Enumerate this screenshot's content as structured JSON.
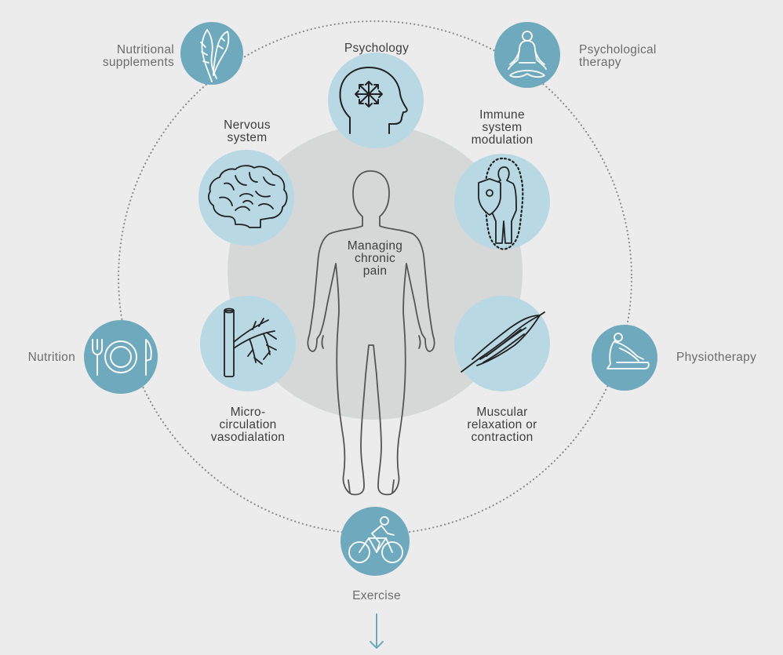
{
  "center": {
    "label": [
      "Managing",
      "chronic",
      "pain"
    ]
  },
  "inner_items": [
    {
      "id": "psychology",
      "label": [
        "Psychology"
      ],
      "icon": "head-arrows-icon"
    },
    {
      "id": "immune",
      "label": [
        "Immune",
        "system",
        "modulation"
      ],
      "icon": "body-shield-icon"
    },
    {
      "id": "muscular",
      "label": [
        "Muscular",
        "relaxation or",
        "contraction"
      ],
      "icon": "muscle-fibers-icon"
    },
    {
      "id": "microcirculation",
      "label": [
        "Micro-",
        "circulation",
        "vasodialation"
      ],
      "icon": "blood-vessels-icon"
    },
    {
      "id": "nervous",
      "label": [
        "Nervous",
        "system"
      ],
      "icon": "brain-icon"
    }
  ],
  "outer_items": [
    {
      "id": "nutritional-supplements",
      "label": [
        "Nutritional",
        "supplements"
      ],
      "icon": "leaves-icon"
    },
    {
      "id": "psychological-therapy",
      "label": [
        "Psychological",
        "therapy"
      ],
      "icon": "meditation-icon"
    },
    {
      "id": "physiotherapy",
      "label": [
        "Physiotherapy"
      ],
      "icon": "stretching-icon"
    },
    {
      "id": "exercise",
      "label": [
        "Exercise"
      ],
      "icon": "cyclist-icon"
    },
    {
      "id": "nutrition",
      "label": [
        "Nutrition"
      ],
      "icon": "fork-plate-knife-icon"
    }
  ],
  "colors": {
    "background": "#ebeceb",
    "inner_disc": "#d6d7d7",
    "outer_circle_fill": "#6ea9bd",
    "inner_circle_fill": "#b8d8e3",
    "dotted_ring": "#8d8d8d",
    "arrow": "#6ea9bd",
    "body_outline": "#555555"
  }
}
